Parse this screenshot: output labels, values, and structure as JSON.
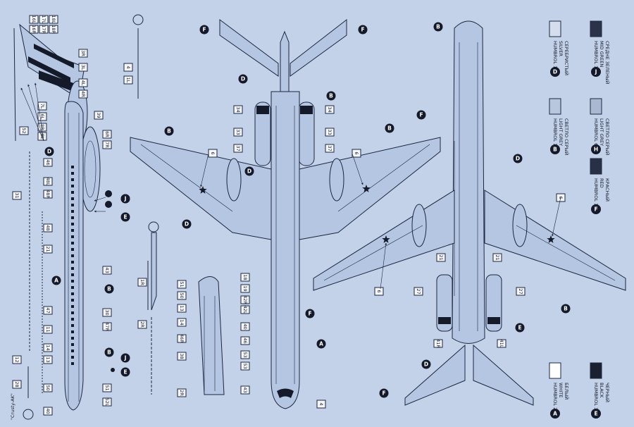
{
  "paints": [
    {
      "code": "A",
      "brand": "HUMBROL 22",
      "en": "WHITE",
      "ru": "БЕЛЫЙ",
      "color": "#ffffff"
    },
    {
      "code": "B",
      "brand": "HUMBROL 147",
      "en": "LIGHT GREY",
      "ru": "СВЕТЛО СЕРЫЙ",
      "color": "#b9c7de"
    },
    {
      "code": "D",
      "brand": "HUMBROL 11",
      "en": "SILVER",
      "ru": "СЕРЕБРИСТЫЙ",
      "color": "#d4deec"
    },
    {
      "code": "E",
      "brand": "HUMBROL 33",
      "en": "BLACK",
      "ru": "ЧЕРНЫЙ",
      "color": "#1a2030"
    },
    {
      "code": "F",
      "brand": "HUMBROL 19",
      "en": "RED",
      "ru": "КРАСНЫЙ",
      "color": "#283046"
    },
    {
      "code": "H",
      "brand": "HUMBROL 64",
      "en": "LIGHT GREY",
      "ru": "СВЕТЛО СЕРЫЙ",
      "color": "#aab8d2"
    },
    {
      "code": "J",
      "brand": "HUMBROL 101",
      "en": "MID GREEN",
      "ru": "СРЕДНЕ ЗЕЛЕНЫЙ",
      "color": "#2a3347"
    }
  ],
  "credit": "\"Crusty-AK\"",
  "markers": {
    "side_top": [
      "16L",
      "17L",
      "18L",
      "16R",
      "17R",
      "18R",
      "3R",
      "3L",
      "4L",
      "4R",
      "39",
      "6R",
      "7R",
      "8R",
      "8L",
      "6L",
      "7L",
      "52",
      "48L",
      "48R",
      "46",
      "31",
      "48",
      "21",
      "43",
      "47",
      "30",
      "47R",
      "11",
      "14",
      "13",
      "12",
      "50",
      "51",
      "52L",
      "40",
      "28",
      "4",
      "1L",
      "1R",
      "3R",
      "2R"
    ],
    "side_lower": [
      "18",
      "19",
      "42R",
      "42L",
      "51",
      "50",
      "40",
      "13",
      "14",
      "46",
      "46R",
      "38",
      "53",
      "53",
      "43",
      "2R",
      "1R",
      "2R"
    ],
    "top_view": [
      "34",
      "33",
      "37",
      "34",
      "33",
      "37",
      "6",
      "6",
      "4",
      "4"
    ],
    "bottom_view": [
      "6",
      "6",
      "21",
      "21",
      "27",
      "27",
      "41R",
      "41L"
    ]
  }
}
